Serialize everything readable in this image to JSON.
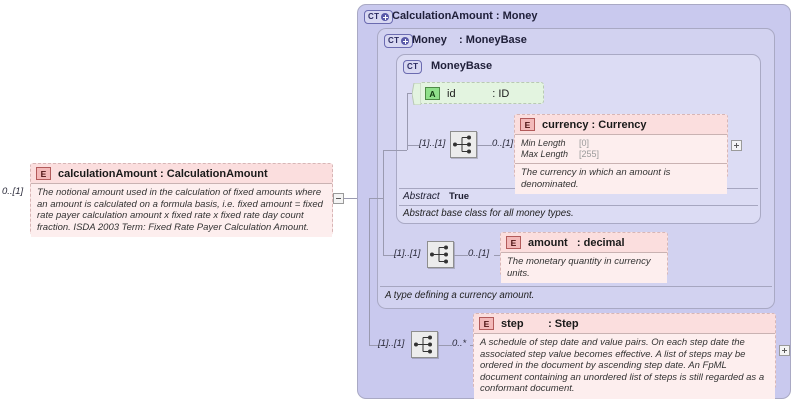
{
  "diagram": {
    "title": "XSD schema diagram: calculationAmount : CalculationAmount"
  },
  "left_element": {
    "badge": "E",
    "name": "calculationAmount : CalculationAmount",
    "cardinality": "0..[1]",
    "documentation": "The notional amount used in the calculation of fixed amounts where an amount is calculated on a formula basis, i.e. fixed amount = fixed rate payer calculation amount x fixed rate x fixed rate day count fraction. ISDA 2003 Term: Fixed Rate Payer Calculation Amount."
  },
  "panels": {
    "outer": {
      "badge": "CT",
      "title": "CalculationAmount : Money"
    },
    "middle": {
      "badge": "CT",
      "title": "Money    : MoneyBase"
    },
    "inner": {
      "badge": "CT",
      "title": "MoneyBase",
      "abstract_key": "Abstract",
      "abstract_value": "True",
      "documentation": "Abstract base class for all money types."
    },
    "middle_doc": "A type defining a currency amount."
  },
  "nodes": {
    "id": {
      "badge": "A",
      "name": "id            : ID"
    },
    "currency": {
      "badge": "E",
      "name": "currency : Currency",
      "facets": [
        {
          "key": "Min Length",
          "value": "[0]"
        },
        {
          "key": "Max Length",
          "value": "[255]"
        }
      ],
      "documentation": "The currency in which an amount is denominated."
    },
    "amount": {
      "badge": "E",
      "name": "amount   : decimal",
      "documentation": "The monetary quantity in currency units."
    },
    "step": {
      "badge": "E",
      "name": "step        : Step",
      "documentation": "A schedule of step date and value pairs. On each step date the associated step value becomes effective. A list of steps may be ordered in the document by ascending step date. An FpML document containing an unordered list of steps is still regarded as a conformant document."
    }
  },
  "compositors": {
    "seq_currency": {
      "left": "[1]..[1]",
      "right": "0..[1]"
    },
    "seq_amount": {
      "left": "[1]..[1]",
      "right": "0..[1]"
    },
    "seq_step": {
      "left": "[1]..[1]",
      "right": "0..*"
    }
  },
  "toggles": {
    "left_collapse": "collapse",
    "currency_expand": "expand",
    "step_expand": "expand"
  },
  "colors": {
    "panel_outer": "#c9c9ee",
    "panel_middle": "#d2d2f0",
    "panel_inner": "#dcdcf4",
    "element_pink": "#fbe4e4",
    "attribute_green": "#e3f4e0",
    "connector": "#9a9ab0"
  }
}
